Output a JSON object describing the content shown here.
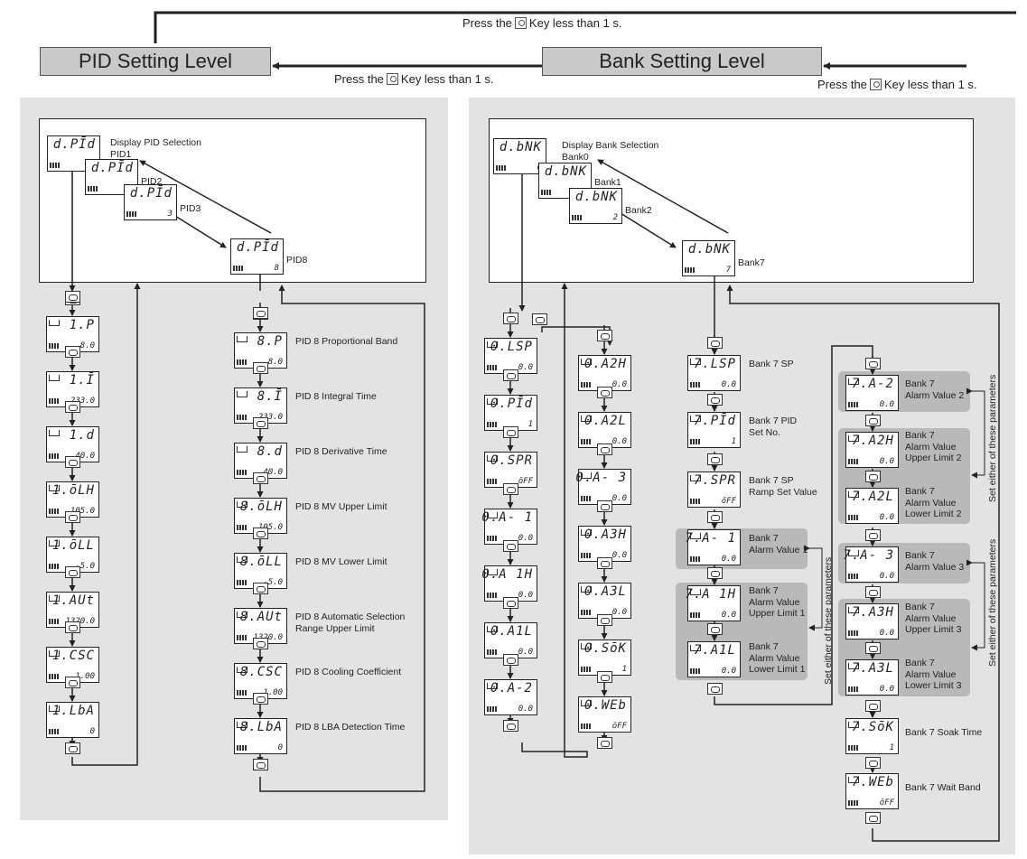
{
  "header": {
    "pid_level": "PID Setting Level",
    "bank_level": "Bank Setting Level",
    "note_top_a": "Press the",
    "note_top_b": "Key less than 1 s.",
    "note_mid_a": "Press the",
    "note_mid_b": "Key less than 1 s.",
    "note_right_a": "Press the",
    "note_right_b": "Key less than 1 s."
  },
  "pid": {
    "selection_label": "Display PID Selection",
    "top": [
      {
        "code": "d.PĪd",
        "value": "",
        "label": "PID1"
      },
      {
        "code": "d.PĪd",
        "value": "2",
        "label": "PID2"
      },
      {
        "code": "d.PĪd",
        "value": "3",
        "label": "PID3"
      },
      {
        "code": "d.PĪd",
        "value": "8",
        "label": "PID8"
      }
    ],
    "first_value": "1",
    "col1": [
      {
        "code": "1.P",
        "value": "8.0"
      },
      {
        "code": "1.Ī",
        "value": "233.0"
      },
      {
        "code": "1.d",
        "value": "40.0"
      },
      {
        "code": "1.ōLH",
        "value": "105.0"
      },
      {
        "code": "1.ōLL",
        "value": "-5.0"
      },
      {
        "code": "1.AUt",
        "value": "1320.0"
      },
      {
        "code": "1.CSC",
        "value": "1.00"
      },
      {
        "code": "1.LbA",
        "value": "0"
      }
    ],
    "col2": [
      {
        "code": "8.P",
        "value": "8.0",
        "label": "PID 8 Proportional Band"
      },
      {
        "code": "8.Ī",
        "value": "233.0",
        "label": "PID 8 Integral Time"
      },
      {
        "code": "8.d",
        "value": "40.0",
        "label": "PID 8 Derivative Time"
      },
      {
        "code": "8.ōLH",
        "value": "105.0",
        "label": "PID 8 MV Upper Limit"
      },
      {
        "code": "8.ōLL",
        "value": "-5.0",
        "label": "PID 8 MV Lower Limit"
      },
      {
        "code": "8.AUt",
        "value": "1320.0",
        "label": "PID 8 Automatic Selection\nRange Upper Limit"
      },
      {
        "code": "8.CSC",
        "value": "1.00",
        "label": "PID 8 Cooling Coefficient"
      },
      {
        "code": "8.LbA",
        "value": "0",
        "label": "PID 8 LBA Detection Time"
      }
    ]
  },
  "bank": {
    "selection_label": "Display Bank Selection",
    "top": [
      {
        "code": "d.bNK",
        "value": "0",
        "label": "Bank0"
      },
      {
        "code": "d.bNK",
        "value": "1",
        "label": "Bank1"
      },
      {
        "code": "d.bNK",
        "value": "2",
        "label": "Bank2"
      },
      {
        "code": "d.bNK",
        "value": "7",
        "label": "Bank7"
      }
    ],
    "col1": [
      {
        "code": "0.LSP",
        "value": "0.0"
      },
      {
        "code": "0.PĪd",
        "value": "1"
      },
      {
        "code": "0.SPR",
        "value": "ōFF"
      },
      {
        "code": "0.A- 1",
        "value": "0.0"
      },
      {
        "code": "0.A 1H",
        "value": "0.0"
      },
      {
        "code": "0.A1L",
        "value": "0.0"
      },
      {
        "code": "0.A-2",
        "value": "0.0"
      }
    ],
    "col2": [
      {
        "code": "0.A2H",
        "value": "0.0"
      },
      {
        "code": "0.A2L",
        "value": "0.0"
      },
      {
        "code": "0.A- 3",
        "value": "0.0"
      },
      {
        "code": "0.A3H",
        "value": "0.0"
      },
      {
        "code": "0.A3L",
        "value": "0.0"
      },
      {
        "code": "0.SōK",
        "value": "1"
      },
      {
        "code": "0.WEb",
        "value": "ōFF"
      }
    ],
    "col3": [
      {
        "code": "7.LSP",
        "value": "0.0",
        "label": "Bank 7 SP"
      },
      {
        "code": "7.PĪd",
        "value": "1",
        "label": "Bank 7 PID\nSet No."
      },
      {
        "code": "7.SPR",
        "value": "ōFF",
        "label": "Bank 7 SP\nRamp Set Value"
      },
      {
        "code": "7.A- 1",
        "value": "0.0",
        "label": "Bank 7\nAlarm Value 1"
      },
      {
        "code": "7.A 1H",
        "value": "0.0",
        "label": "Bank 7\nAlarm Value\nUpper Limit 1"
      },
      {
        "code": "7.A1L",
        "value": "0.0",
        "label": "Bank 7\nAlarm Value\nLower Limit 1"
      }
    ],
    "col3_tail": [
      {
        "code": "7.SōK",
        "value": "1",
        "label": "Bank 7 Soak Time"
      },
      {
        "code": "7.WEb",
        "value": "ōFF",
        "label": "Bank 7 Wait Band"
      }
    ],
    "col4": [
      {
        "code": "7.A-2",
        "value": "0.0",
        "label": "Bank 7\nAlarm Value 2"
      },
      {
        "code": "7.A2H",
        "value": "0.0",
        "label": "Bank 7\nAlarm Value\nUpper Limit 2"
      },
      {
        "code": "7.A2L",
        "value": "0.0",
        "label": "Bank 7\nAlarm Value\nLower Limit 2"
      },
      {
        "code": "7.A- 3",
        "value": "0.0",
        "label": "Bank 7\nAlarm Value 3"
      },
      {
        "code": "7.A3H",
        "value": "0.0",
        "label": "Bank 7\nAlarm Value\nUpper Limit 3"
      },
      {
        "code": "7.A3L",
        "value": "0.0",
        "label": "Bank 7\nAlarm Value\nLower Limit 3"
      }
    ],
    "either_label": "Set either of these parameters"
  },
  "icons": {
    "mode_key": "mode-key-icon",
    "level_key": "level-key-icon"
  }
}
